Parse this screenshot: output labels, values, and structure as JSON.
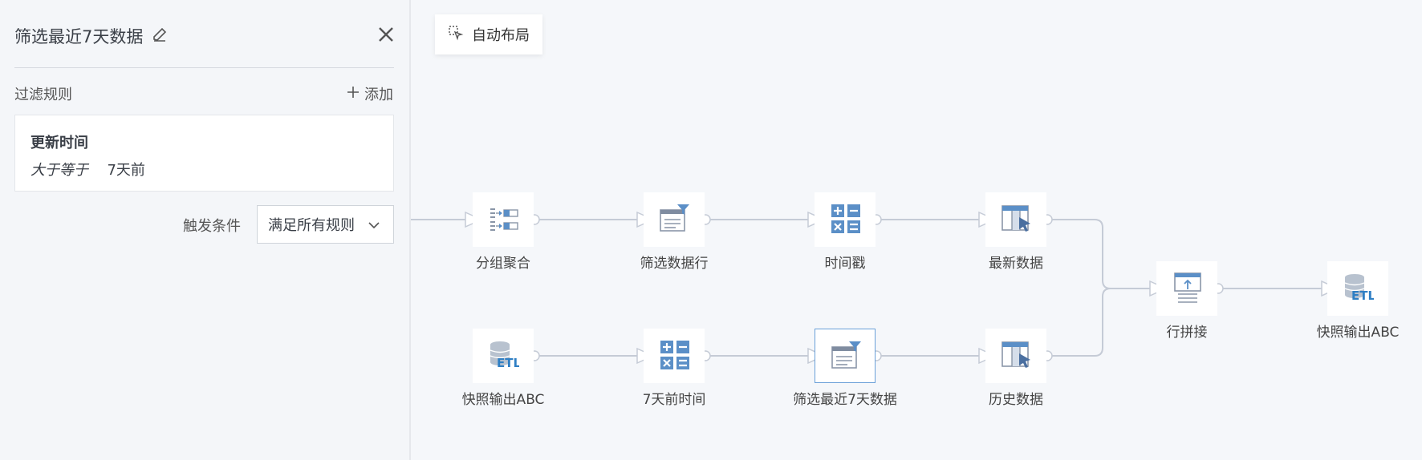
{
  "panel": {
    "title": "筛选最近7天数据",
    "rules_label": "过滤规则",
    "add_label": "添加",
    "rule": {
      "field": "更新时间",
      "operator": "大于等于",
      "value": "7天前"
    },
    "trigger_label": "触发条件",
    "trigger_value": "满足所有规则"
  },
  "toolbar": {
    "auto_layout_label": "自动布局"
  },
  "nodes": {
    "group": "分组聚合",
    "filter_rows": "筛选数据行",
    "timestamp": "时间戳",
    "latest": "最新数据",
    "row_join": "行拼接",
    "snapshot_out": "快照输出ABC",
    "snapshot_in": "快照输出ABC",
    "seven_days_ago": "7天前时间",
    "filter_7days": "筛选最近7天数据",
    "history": "历史数据"
  },
  "icons": {
    "group": "group-aggregate-icon",
    "filter": "filter-icon",
    "calc": "calculator-icon",
    "table": "table-select-icon",
    "join": "row-join-icon",
    "etl": "etl-database-icon"
  },
  "colors": {
    "accent": "#5b8fc7",
    "connector": "#c5cbd6",
    "selected_border": "#6aa0d8"
  }
}
